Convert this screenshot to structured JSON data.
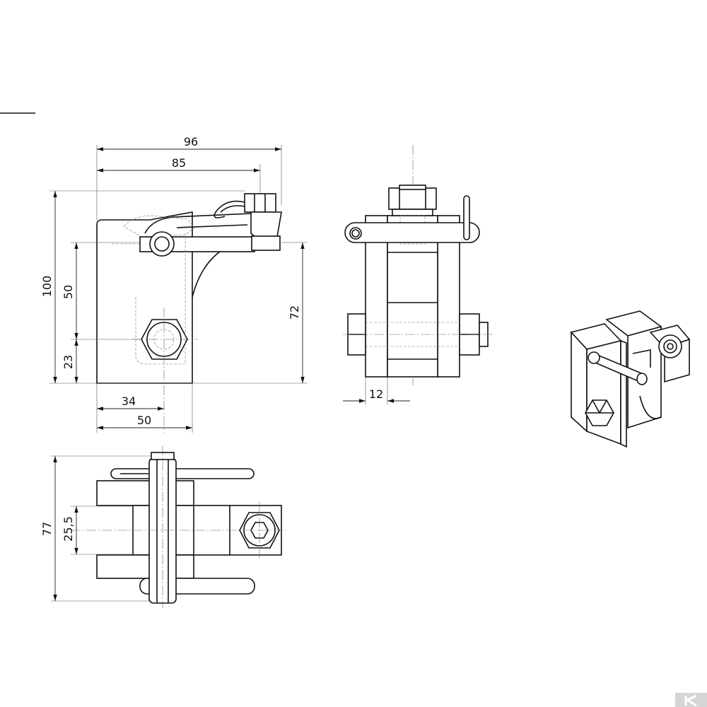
{
  "drawing": {
    "front_view": {
      "dim_overall_width": "96",
      "dim_pin_length": "85",
      "dim_height": "100",
      "dim_pin_height": "50",
      "dim_bolt_height": "23",
      "dim_right_height": "72",
      "dim_bolt_x": "34",
      "dim_plate_width": "50"
    },
    "side_view": {
      "dim_plate_thickness": "12"
    },
    "top_view": {
      "dim_depth": "77",
      "dim_gap": "25,5"
    }
  }
}
